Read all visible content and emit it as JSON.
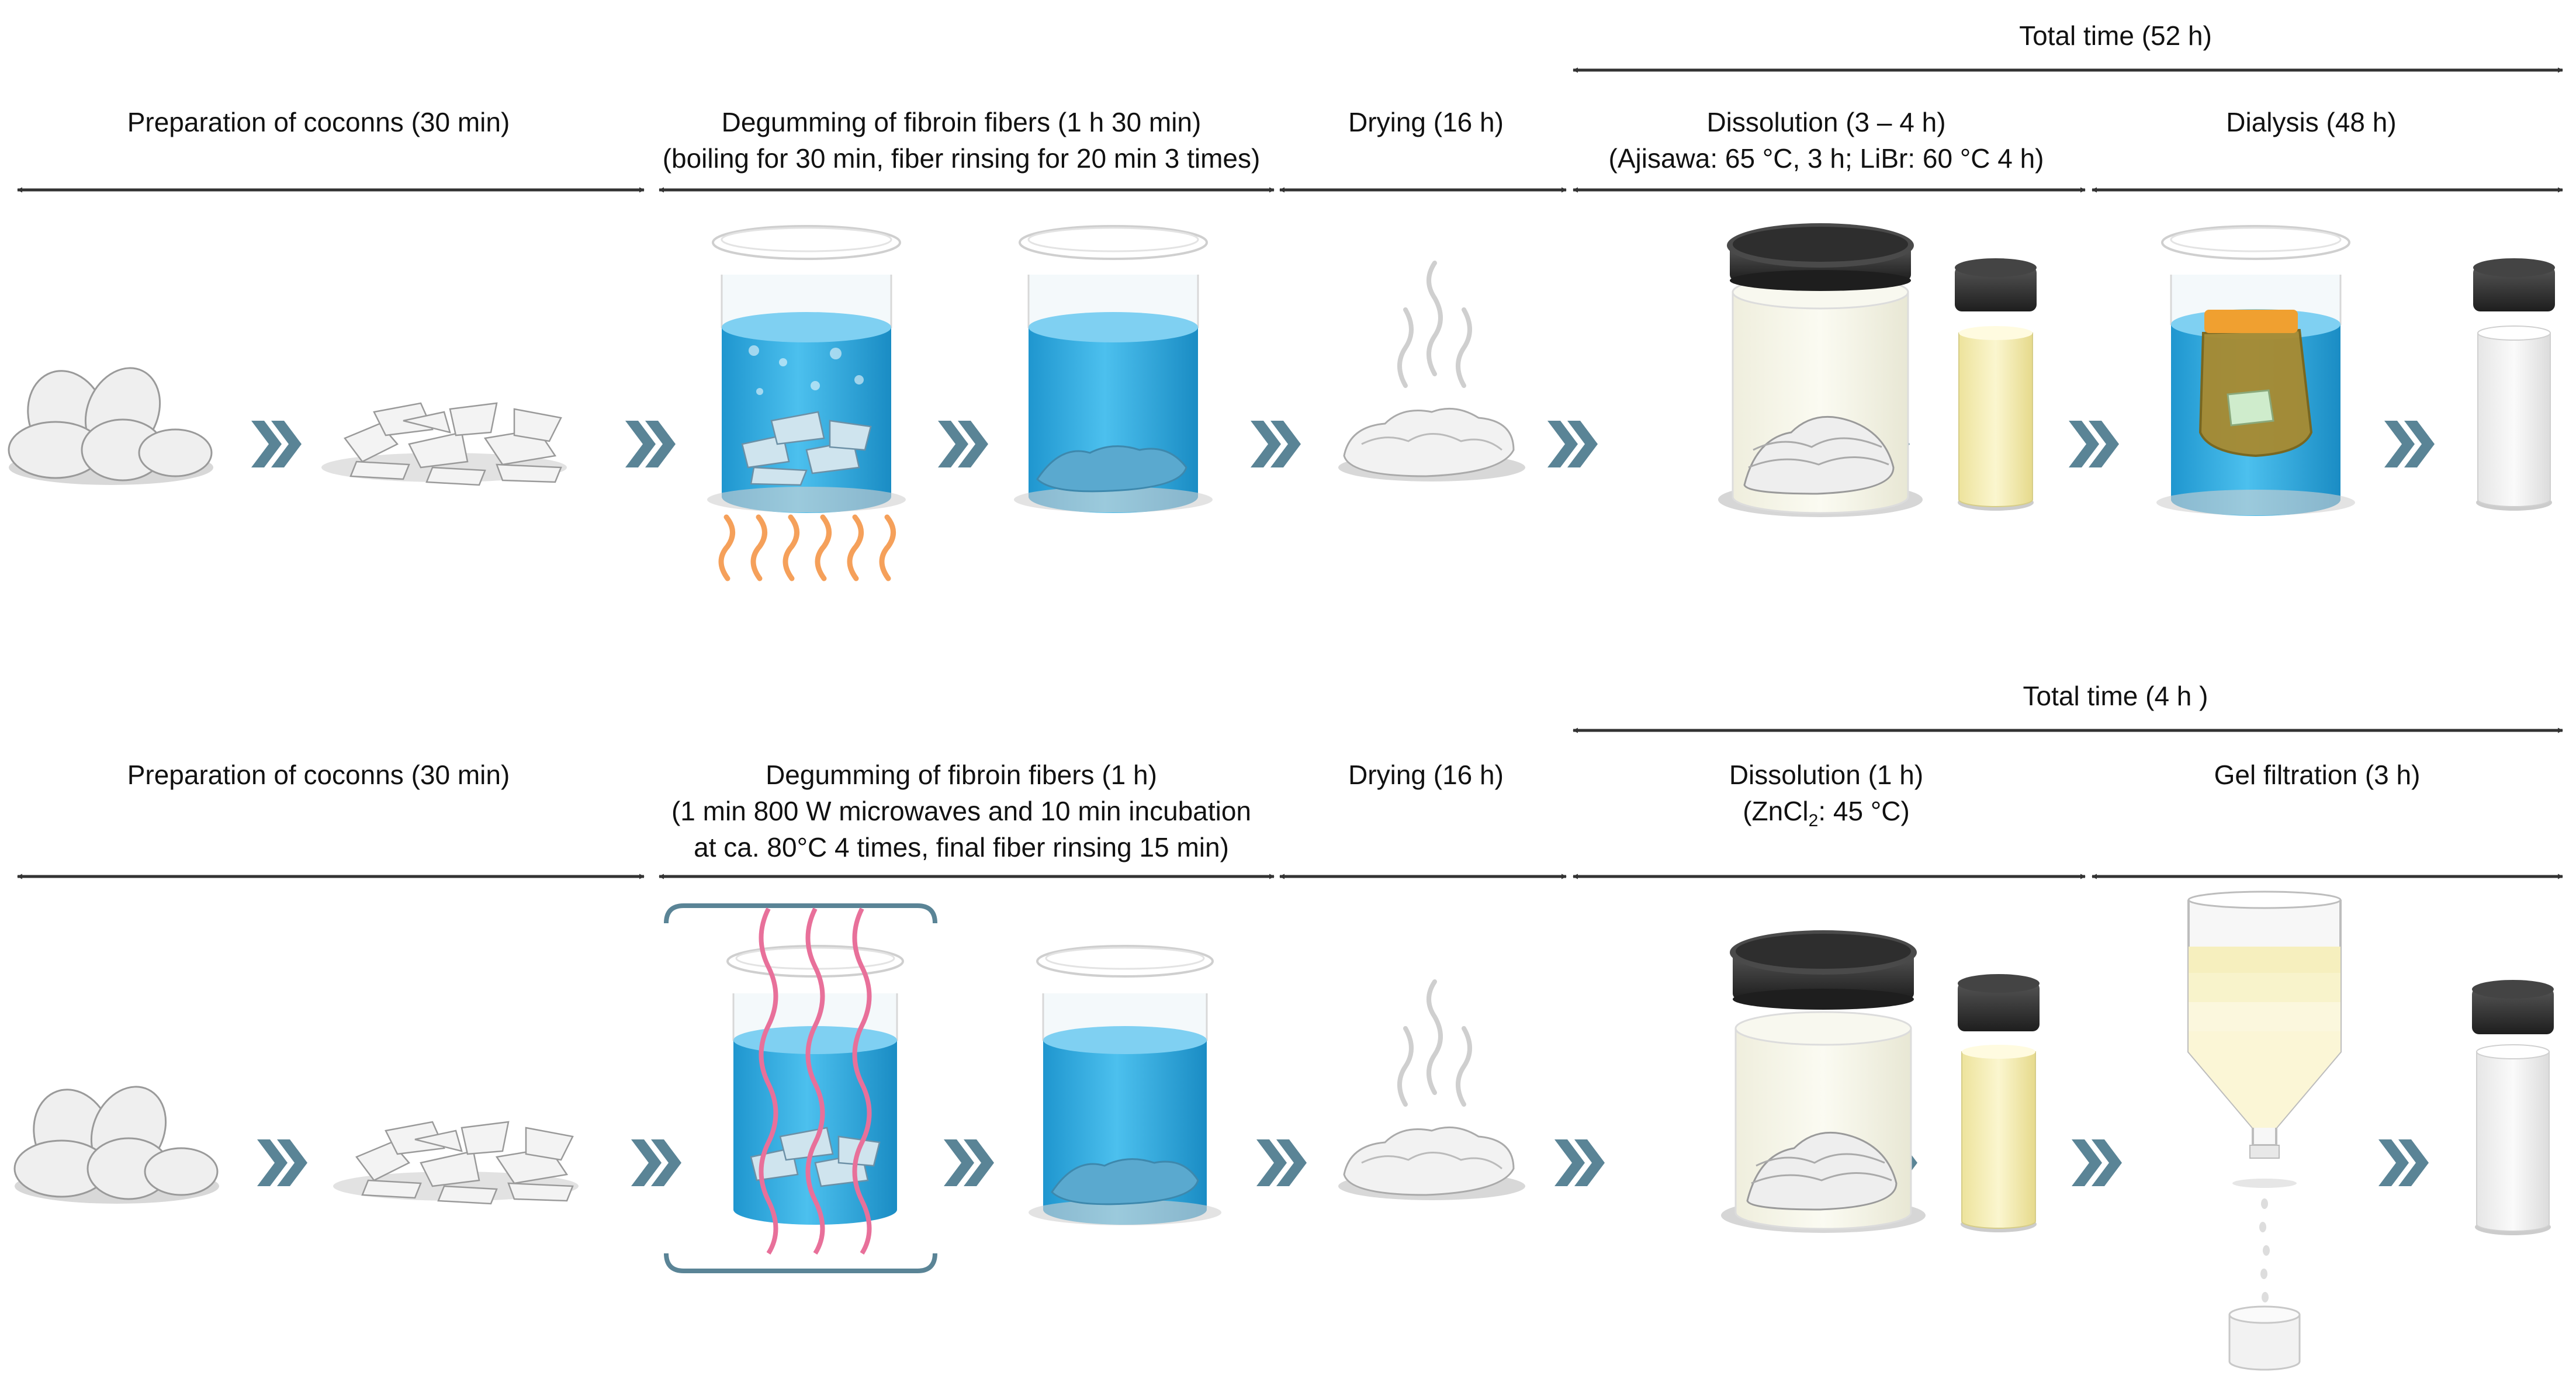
{
  "top_process": {
    "total_time": "Total time (52 h)",
    "steps": [
      {
        "title": "Preparation of coconns (30 min)"
      },
      {
        "title": "Degumming of fibroin fibers (1 h 30 min)",
        "detail": "(boiling for 30 min, fiber rinsing for 20 min 3 times)"
      },
      {
        "title": "Drying (16 h)"
      },
      {
        "title": "Dissolution (3 – 4 h)",
        "detail": "(Ajisawa: 65 °C, 3 h; LiBr: 60 °C 4 h)"
      },
      {
        "title": "Dialysis (48 h)"
      }
    ]
  },
  "bottom_process": {
    "total_time": "Total time (4 h )",
    "steps": [
      {
        "title": "Preparation of coconns (30 min)"
      },
      {
        "title": "Degumming of fibroin fibers (1 h)",
        "detail_1": "(1 min 800 W microwaves and 10 min incubation",
        "detail_2": "at ca. 80°C 4 times, final fiber rinsing 15 min)"
      },
      {
        "title": "Drying (16 h)"
      },
      {
        "title": "Dissolution (1 h)",
        "detail_prefix": "(ZnCl",
        "detail_sub": "2",
        "detail_suffix": ": 45 °C)"
      },
      {
        "title": "Gel filtration (3 h)"
      }
    ]
  },
  "colors": {
    "chevron": "#5a8496",
    "water": "#29a8e0",
    "water_light": "#7fd0f2",
    "flame": "#f5a05a",
    "microwave": "#e8709a",
    "lid": "#3a3a3a",
    "solution_yellow": "#f5efb8",
    "dialysis_bag": "#b08a2c",
    "dialysis_clip": "#f0a030",
    "arrow": "#333333"
  }
}
